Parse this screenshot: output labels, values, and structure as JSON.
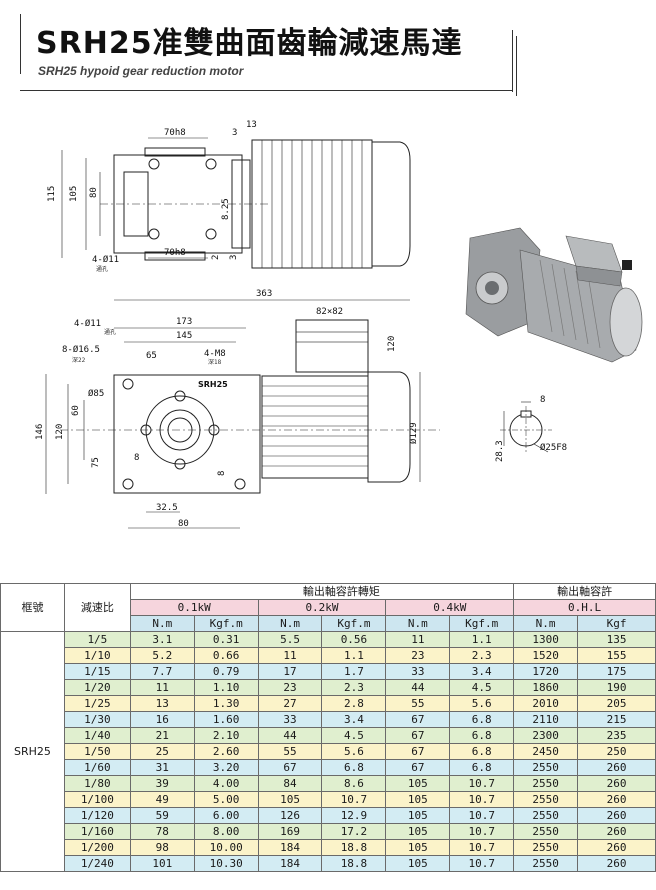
{
  "header": {
    "title": "SRH25准雙曲面齒輪減速馬達",
    "subtitle": "SRH25 hypoid gear reduction motor"
  },
  "drawing": {
    "top_view": {
      "dims": [
        "70h8",
        "3",
        "13",
        "115",
        "105",
        "80",
        "8.25",
        "70h8",
        "2",
        "3",
        "4-Ø11",
        "通孔"
      ]
    },
    "front_view": {
      "dims": [
        "363",
        "82×82",
        "120",
        "173",
        "145",
        "4-Ø11",
        "通孔",
        "8-Ø16.5",
        "深22",
        "65",
        "4-M8",
        "深18",
        "Ø85",
        "SRH25",
        "60",
        "146",
        "120",
        "75",
        "8",
        "32.5",
        "80",
        "8",
        "Ø129"
      ]
    },
    "shaft_view": {
      "dims": [
        "8",
        "28.3",
        "Ø25F8"
      ]
    }
  },
  "table": {
    "headers": {
      "model": "框號",
      "ratio": "減速比",
      "torque_group": "輸出軸容許轉矩",
      "ohl_group": "輸出軸容許",
      "power_01": "0.1kW",
      "power_02": "0.2kW",
      "power_04": "0.4kW",
      "ohl": "0.H.L",
      "nm": "N.m",
      "kgfm": "Kgf.m",
      "kgf": "Kgf"
    },
    "model": "SRH25",
    "rows": [
      {
        "ratio": "1/5",
        "p1_nm": "3.1",
        "p1_kgf": "0.31",
        "p2_nm": "5.5",
        "p2_kgf": "0.56",
        "p4_nm": "11",
        "p4_kgf": "1.1",
        "ohl_nm": "1300",
        "ohl_kgf": "135"
      },
      {
        "ratio": "1/10",
        "p1_nm": "5.2",
        "p1_kgf": "0.66",
        "p2_nm": "11",
        "p2_kgf": "1.1",
        "p4_nm": "23",
        "p4_kgf": "2.3",
        "ohl_nm": "1520",
        "ohl_kgf": "155"
      },
      {
        "ratio": "1/15",
        "p1_nm": "7.7",
        "p1_kgf": "0.79",
        "p2_nm": "17",
        "p2_kgf": "1.7",
        "p4_nm": "33",
        "p4_kgf": "3.4",
        "ohl_nm": "1720",
        "ohl_kgf": "175"
      },
      {
        "ratio": "1/20",
        "p1_nm": "11",
        "p1_kgf": "1.10",
        "p2_nm": "23",
        "p2_kgf": "2.3",
        "p4_nm": "44",
        "p4_kgf": "4.5",
        "ohl_nm": "1860",
        "ohl_kgf": "190"
      },
      {
        "ratio": "1/25",
        "p1_nm": "13",
        "p1_kgf": "1.30",
        "p2_nm": "27",
        "p2_kgf": "2.8",
        "p4_nm": "55",
        "p4_kgf": "5.6",
        "ohl_nm": "2010",
        "ohl_kgf": "205"
      },
      {
        "ratio": "1/30",
        "p1_nm": "16",
        "p1_kgf": "1.60",
        "p2_nm": "33",
        "p2_kgf": "3.4",
        "p4_nm": "67",
        "p4_kgf": "6.8",
        "ohl_nm": "2110",
        "ohl_kgf": "215"
      },
      {
        "ratio": "1/40",
        "p1_nm": "21",
        "p1_kgf": "2.10",
        "p2_nm": "44",
        "p2_kgf": "4.5",
        "p4_nm": "67",
        "p4_kgf": "6.8",
        "ohl_nm": "2300",
        "ohl_kgf": "235"
      },
      {
        "ratio": "1/50",
        "p1_nm": "25",
        "p1_kgf": "2.60",
        "p2_nm": "55",
        "p2_kgf": "5.6",
        "p4_nm": "67",
        "p4_kgf": "6.8",
        "ohl_nm": "2450",
        "ohl_kgf": "250"
      },
      {
        "ratio": "1/60",
        "p1_nm": "31",
        "p1_kgf": "3.20",
        "p2_nm": "67",
        "p2_kgf": "6.8",
        "p4_nm": "67",
        "p4_kgf": "6.8",
        "ohl_nm": "2550",
        "ohl_kgf": "260"
      },
      {
        "ratio": "1/80",
        "p1_nm": "39",
        "p1_kgf": "4.00",
        "p2_nm": "84",
        "p2_kgf": "8.6",
        "p4_nm": "105",
        "p4_kgf": "10.7",
        "ohl_nm": "2550",
        "ohl_kgf": "260"
      },
      {
        "ratio": "1/100",
        "p1_nm": "49",
        "p1_kgf": "5.00",
        "p2_nm": "105",
        "p2_kgf": "10.7",
        "p4_nm": "105",
        "p4_kgf": "10.7",
        "ohl_nm": "2550",
        "ohl_kgf": "260"
      },
      {
        "ratio": "1/120",
        "p1_nm": "59",
        "p1_kgf": "6.00",
        "p2_nm": "126",
        "p2_kgf": "12.9",
        "p4_nm": "105",
        "p4_kgf": "10.7",
        "ohl_nm": "2550",
        "ohl_kgf": "260"
      },
      {
        "ratio": "1/160",
        "p1_nm": "78",
        "p1_kgf": "8.00",
        "p2_nm": "169",
        "p2_kgf": "17.2",
        "p4_nm": "105",
        "p4_kgf": "10.7",
        "ohl_nm": "2550",
        "ohl_kgf": "260"
      },
      {
        "ratio": "1/200",
        "p1_nm": "98",
        "p1_kgf": "10.00",
        "p2_nm": "184",
        "p2_kgf": "18.8",
        "p4_nm": "105",
        "p4_kgf": "10.7",
        "ohl_nm": "2550",
        "ohl_kgf": "260"
      },
      {
        "ratio": "1/240",
        "p1_nm": "101",
        "p1_kgf": "10.30",
        "p2_nm": "184",
        "p2_kgf": "18.8",
        "p4_nm": "105",
        "p4_kgf": "10.7",
        "ohl_nm": "2550",
        "ohl_kgf": "260"
      }
    ],
    "row_colors": [
      "#e0efcf",
      "#fbf3c9",
      "#d3ecf3"
    ]
  }
}
